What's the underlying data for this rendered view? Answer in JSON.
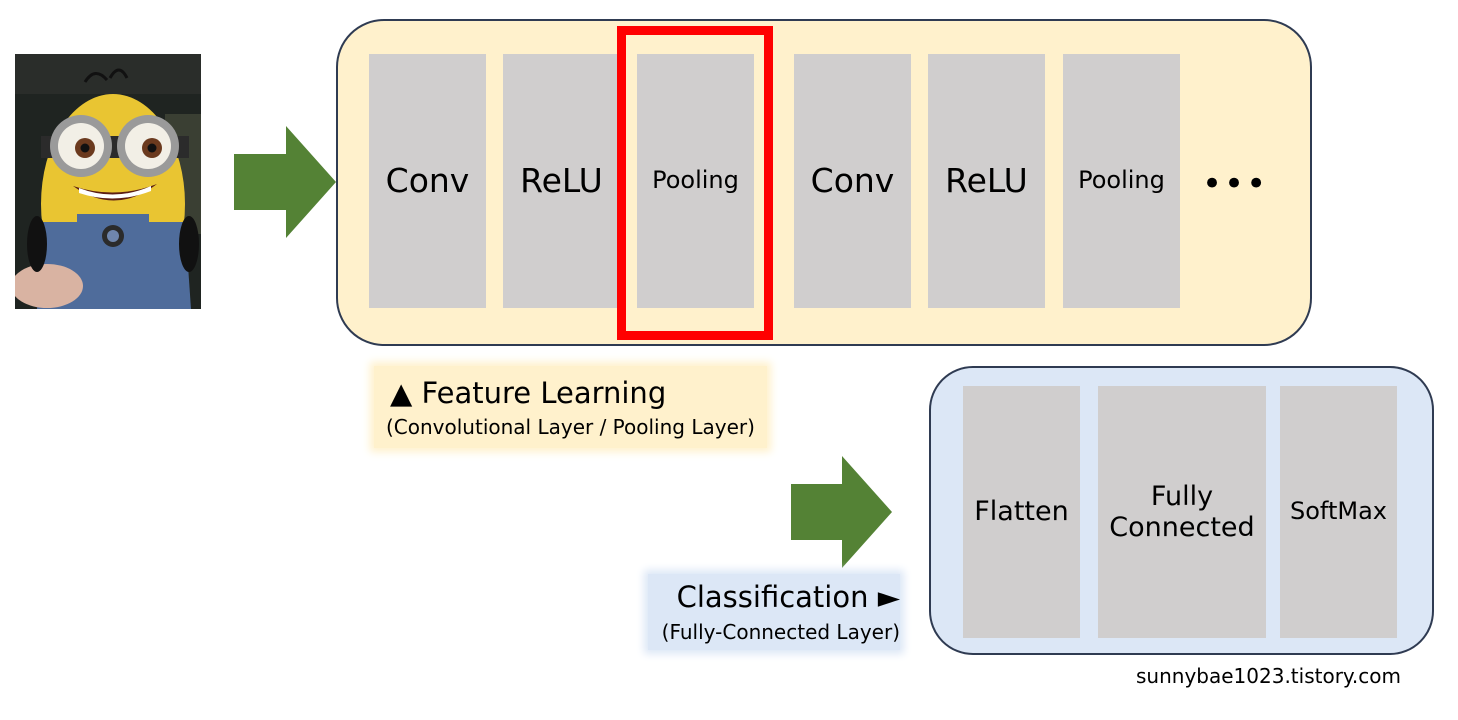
{
  "colors": {
    "feature_panel_bg": "#fff1cc",
    "classification_panel_bg": "#dce7f6",
    "layer_block": "#d0cece",
    "arrow_green": "#548235",
    "highlight_red": "#ff0000",
    "panel_border": "#2f3b52"
  },
  "input_image": {
    "icon": "minion-plush-photo"
  },
  "feature_learning": {
    "layers": [
      {
        "label": "Conv"
      },
      {
        "label": "ReLU"
      },
      {
        "label": "Pooling",
        "highlighted": true
      },
      {
        "label": "Conv"
      },
      {
        "label": "ReLU"
      },
      {
        "label": "Pooling"
      }
    ],
    "ellipsis": "•••",
    "caption_title": "▲ Feature Learning",
    "caption_subtitle": "(Convolutional Layer / Pooling Layer)"
  },
  "classification": {
    "layers": [
      {
        "label": "Flatten"
      },
      {
        "label": "Fully\nConnected"
      },
      {
        "label": "SoftMax"
      }
    ],
    "caption_title": "Classification ►",
    "caption_subtitle": "(Fully-Connected Layer)"
  },
  "footer": {
    "credit": "sunnybae1023.tistory.com"
  }
}
